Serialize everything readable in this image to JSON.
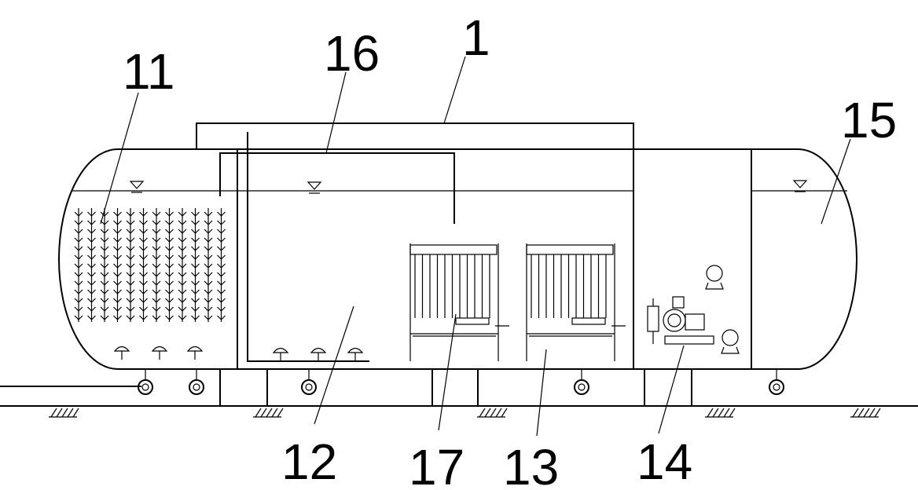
{
  "diagram": {
    "callouts": [
      {
        "id": "c1",
        "text": "1"
      },
      {
        "id": "c11",
        "text": "11"
      },
      {
        "id": "c12",
        "text": "12"
      },
      {
        "id": "c13",
        "text": "13"
      },
      {
        "id": "c14",
        "text": "14"
      },
      {
        "id": "c15",
        "text": "15"
      },
      {
        "id": "c16",
        "text": "16"
      },
      {
        "id": "c17",
        "text": "17"
      }
    ]
  }
}
